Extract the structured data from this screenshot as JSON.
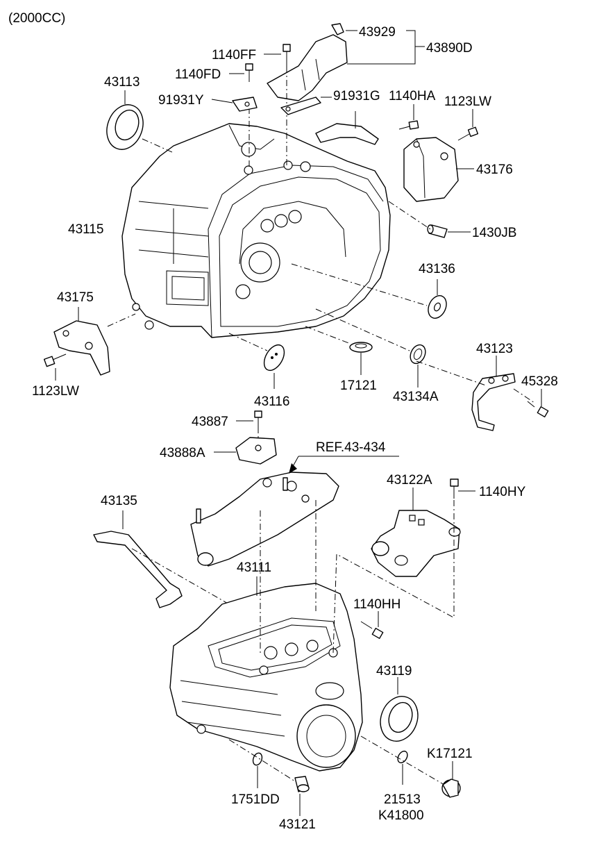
{
  "header": {
    "variant": "(2000CC)"
  },
  "parts": {
    "p43929": "43929",
    "p43890D": "43890D",
    "p1140FF": "1140FF",
    "p1140FD": "1140FD",
    "p43113": "43113",
    "p91931Y": "91931Y",
    "p91931G": "91931G",
    "p1140HA": "1140HA",
    "p1123LW_top": "1123LW",
    "p43176": "43176",
    "p43115": "43115",
    "p1430JB": "1430JB",
    "p43136": "43136",
    "p43175": "43175",
    "p1123LW_left": "1123LW",
    "p43116": "43116",
    "p17121": "17121",
    "p43134A": "43134A",
    "p43123": "43123",
    "p45328": "45328",
    "p43887": "43887",
    "p43888A": "43888A",
    "ref43434": "REF.43-434",
    "p43122A": "43122A",
    "p1140HY": "1140HY",
    "p43135": "43135",
    "p43111": "43111",
    "p1140HH": "1140HH",
    "p43119": "43119",
    "p17121K": "K17121",
    "p1751DD": "1751DD",
    "p43121": "43121",
    "p21513": "21513",
    "pK41800": "K41800"
  }
}
